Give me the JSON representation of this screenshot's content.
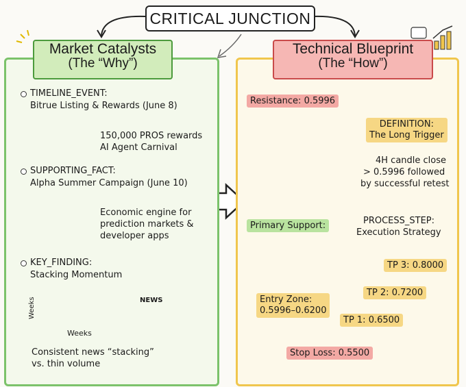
{
  "title": "CRITICAL JUNCTION",
  "left": {
    "heading_line1": "Market Catalysts",
    "heading_line2": "(The “Why”)",
    "items": [
      {
        "label": "TIMELINE_EVENT:",
        "value": "Bitrue Listing & Rewards (June 8)",
        "detail_line1": "150,000 PROS rewards",
        "detail_line2": "AI Agent Carnival"
      },
      {
        "label": "SUPPORTING_FACT:",
        "value": "Alpha Summer Campaign (June 10)",
        "detail_line1": "Economic engine for",
        "detail_line2": "prediction markets &",
        "detail_line3": "developer apps"
      },
      {
        "label": "KEY_FINDING:",
        "value": "Stacking Momentum",
        "chart_ylabel": "Weeks",
        "chart_xlabel": "Weeks",
        "news_label": "NEWS",
        "conclusion_line1": "Consistent news “stacking”",
        "conclusion_line2": "vs. thin volume"
      }
    ]
  },
  "right": {
    "heading_line1": "Technical Blueprint",
    "heading_line2": "(The “How”)",
    "resistance": "Resistance: 0.5996",
    "support": "Primary Support:",
    "definition_line1": "DEFINITION:",
    "definition_line2": "The Long Trigger",
    "trigger_line1": "4H candle close",
    "trigger_line2": "> 0.5996 followed",
    "trigger_line3": "by successful retest",
    "process_line1": "PROCESS_STEP:",
    "process_line2": "Execution Strategy",
    "entry_line1": "Entry Zone:",
    "entry_line2": "0.5996–0.6200",
    "stop_loss": "Stop Loss: 0.5500",
    "tp1": "TP 1: 0.6500",
    "tp2": "TP 2: 0.7200",
    "tp3": "TP 3: 0.8000"
  },
  "colors": {
    "green": "#7bc26a",
    "yellow": "#f0c64d",
    "red": "#c94a4a"
  }
}
